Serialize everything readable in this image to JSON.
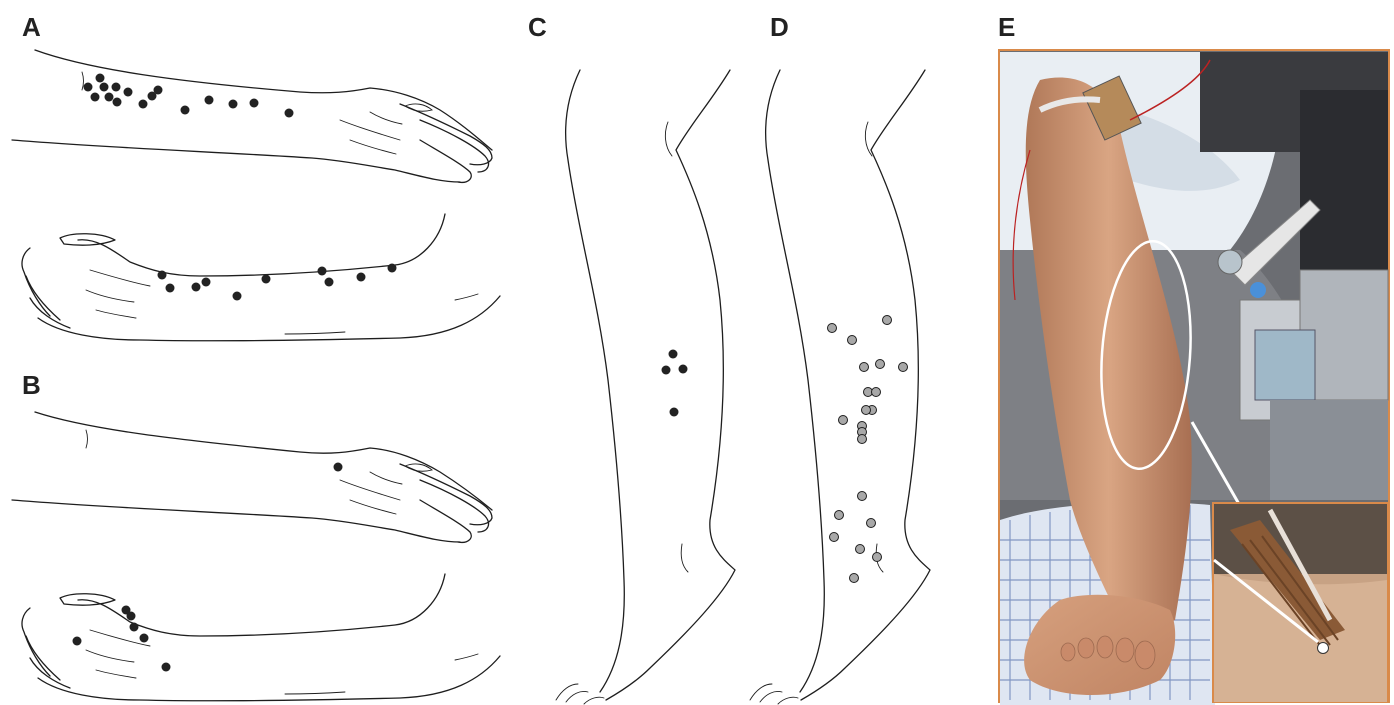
{
  "labels": {
    "a": "A",
    "b": "B",
    "c": "C",
    "d": "D",
    "e": "E"
  },
  "colors": {
    "dot_black": "#222222",
    "dot_grey": "#a8a8a8",
    "photo_frame": "#d98a4a"
  },
  "panels": {
    "A": {
      "dorsal_dots": [
        [
          100,
          78
        ],
        [
          88,
          87
        ],
        [
          104,
          87
        ],
        [
          116,
          87
        ],
        [
          128,
          92
        ],
        [
          95,
          97
        ],
        [
          109,
          97
        ],
        [
          117,
          102
        ],
        [
          143,
          104
        ],
        [
          152,
          96
        ],
        [
          158,
          90
        ],
        [
          185,
          110
        ],
        [
          209,
          100
        ],
        [
          233,
          104
        ],
        [
          254,
          103
        ],
        [
          289,
          113
        ]
      ],
      "palmar_dots": [
        [
          162,
          275
        ],
        [
          170,
          288
        ],
        [
          196,
          287
        ],
        [
          206,
          282
        ],
        [
          237,
          296
        ],
        [
          266,
          279
        ],
        [
          322,
          271
        ],
        [
          329,
          282
        ],
        [
          361,
          277
        ],
        [
          392,
          268
        ]
      ]
    },
    "B": {
      "dorsal_dots": [
        [
          338,
          467
        ]
      ],
      "palmar_dots": [
        [
          126,
          610
        ],
        [
          131,
          616
        ],
        [
          134,
          627
        ],
        [
          144,
          638
        ],
        [
          77,
          641
        ],
        [
          166,
          667
        ]
      ]
    },
    "C": {
      "dots": [
        [
          673,
          354
        ],
        [
          666,
          370
        ],
        [
          683,
          369
        ],
        [
          674,
          412
        ]
      ]
    },
    "D": {
      "dots": [
        [
          887,
          320
        ],
        [
          832,
          328
        ],
        [
          852,
          340
        ],
        [
          880,
          364
        ],
        [
          864,
          367
        ],
        [
          903,
          367
        ],
        [
          868,
          392
        ],
        [
          876,
          392
        ],
        [
          843,
          420
        ],
        [
          872,
          410
        ],
        [
          866,
          410
        ],
        [
          862,
          426
        ],
        [
          862,
          432
        ],
        [
          862,
          439
        ],
        [
          862,
          496
        ],
        [
          839,
          515
        ],
        [
          871,
          523
        ],
        [
          834,
          537
        ],
        [
          860,
          549
        ],
        [
          877,
          557
        ],
        [
          854,
          578
        ]
      ]
    }
  }
}
